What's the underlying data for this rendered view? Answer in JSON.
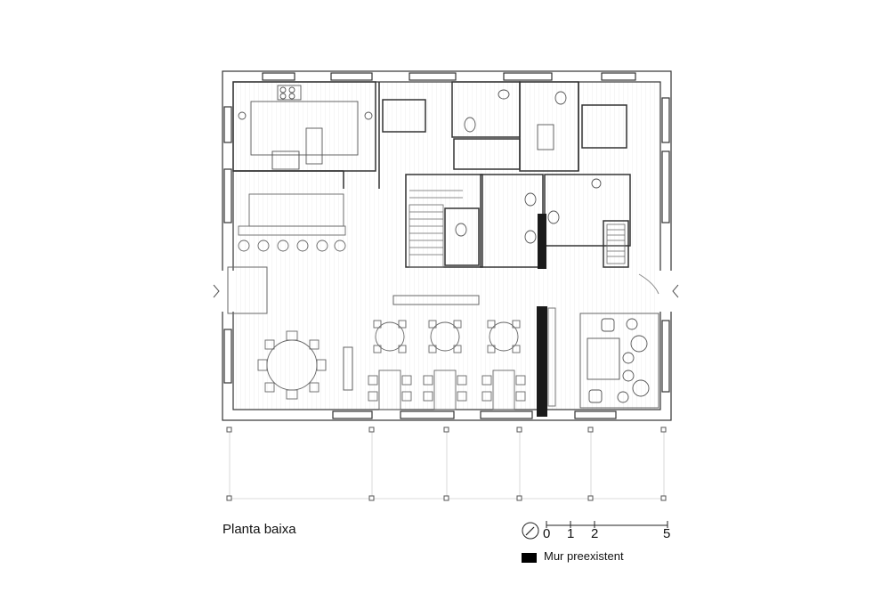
{
  "title": "Planta baixa",
  "scale": {
    "ticks": [
      "0",
      "1",
      "2",
      "5"
    ]
  },
  "legend": {
    "label": "Mur preexistent",
    "swatch_color": "#000000"
  },
  "icons": {
    "north": "north-arrow-icon"
  }
}
